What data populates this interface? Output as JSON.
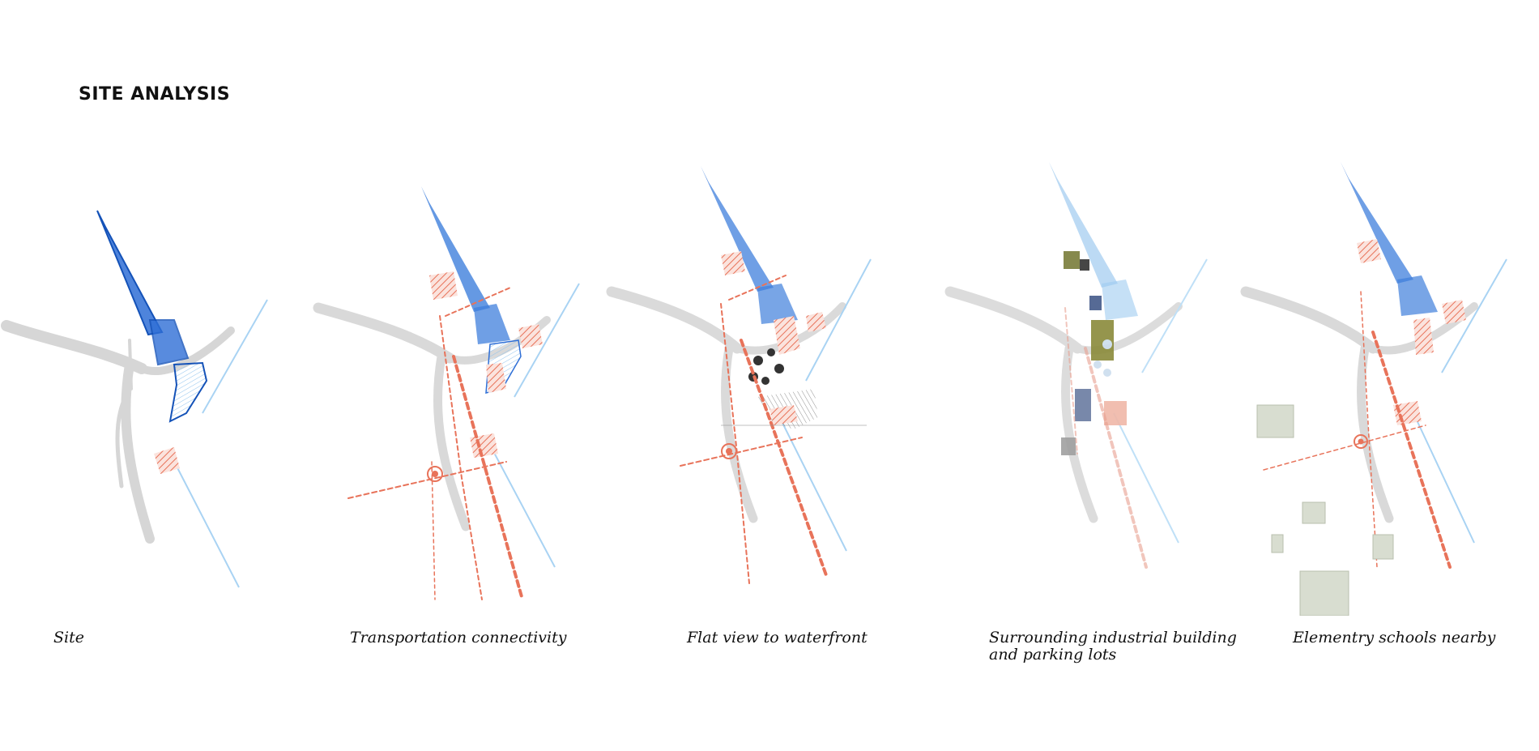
{
  "page": {
    "title": "SITE ANALYSIS"
  },
  "panels": [
    {
      "caption": "Site"
    },
    {
      "caption": "Transportation connectivity"
    },
    {
      "caption": "Flat view to waterfront"
    },
    {
      "caption": "Surrounding industrial building\nand parking lots"
    },
    {
      "caption": "Elementry schools nearby"
    }
  ]
}
